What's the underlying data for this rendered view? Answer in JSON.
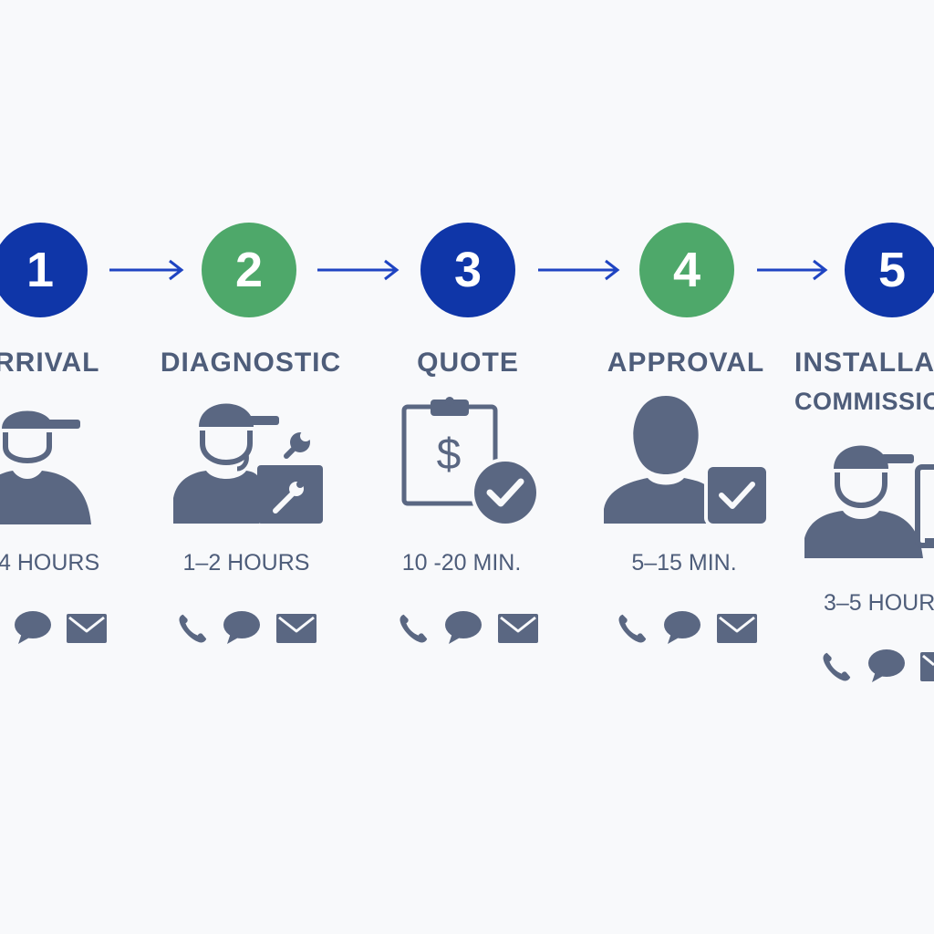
{
  "colors": {
    "blue": "#0f36a8",
    "green": "#4ea86a",
    "icon": "#5a6782",
    "text": "#4e5d7a",
    "arrow": "#1f44c2",
    "background": "#f8f9fb"
  },
  "steps": [
    {
      "number": "1",
      "label": "RRIVAL",
      "label_line2": "",
      "duration": "4 HOURS",
      "icon": "technician-cap-icon",
      "contact_icons": [
        "chat-icon",
        "email-icon"
      ],
      "circle_color": "blue"
    },
    {
      "number": "2",
      "label": "DIAGNOSTIC",
      "label_line2": "",
      "duration": "1–2 HOURS",
      "icon": "technician-wrench-icon",
      "contact_icons": [
        "phone-icon",
        "chat-icon",
        "email-icon"
      ],
      "circle_color": "green"
    },
    {
      "number": "3",
      "label": "QUOTE",
      "label_line2": "",
      "duration": "10 -20 MIN.",
      "icon": "clipboard-dollar-check-icon",
      "contact_icons": [
        "phone-icon",
        "chat-icon",
        "email-icon"
      ],
      "circle_color": "blue"
    },
    {
      "number": "4",
      "label": "APPROVAL",
      "label_line2": "",
      "duration": "5–15 MIN.",
      "icon": "person-checkbox-icon",
      "contact_icons": [
        "phone-icon",
        "chat-icon",
        "email-icon"
      ],
      "circle_color": "green"
    },
    {
      "number": "5",
      "label": "INSTALLA",
      "label_line2": "COMMISSIO",
      "duration": "3–5 HOUR",
      "icon": "technician-device-icon",
      "contact_icons": [
        "phone-icon",
        "chat-icon",
        "email-icon"
      ],
      "circle_color": "blue"
    }
  ]
}
